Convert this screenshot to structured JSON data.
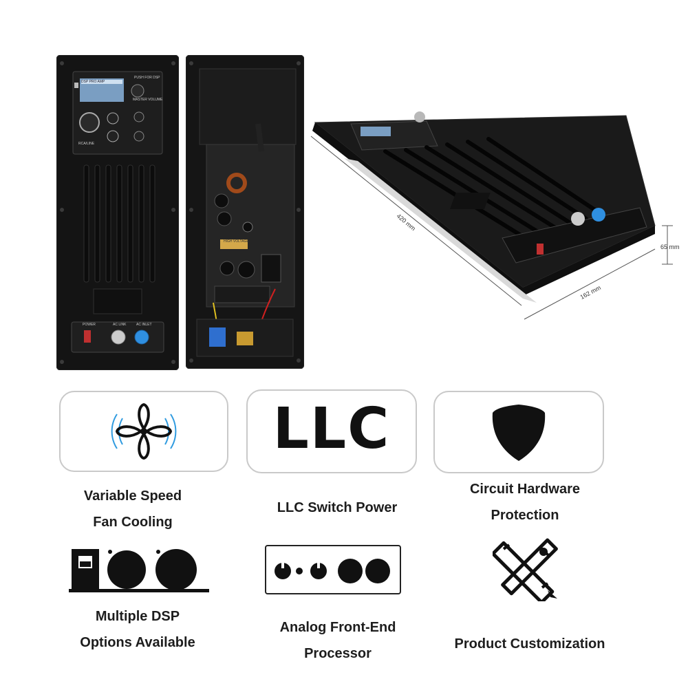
{
  "product": {
    "front_panel": {
      "lcd_header": "DSP PRO AMP",
      "push_label": "PUSH FOR DSP",
      "volume_label": "MASTER VOLUME",
      "rca_label": "RCA/LINE",
      "power_label": "POWER",
      "ac_link_label": "AC LINK",
      "ac_inlet_label": "AC INLET"
    },
    "internal": {
      "warning_label": "HIGH VOLTAGE"
    },
    "dimensions": {
      "length": "420 mm",
      "height": "65 mm",
      "width": "162 mm"
    }
  },
  "features": [
    {
      "label_line1": "Variable Speed",
      "label_line2": "Fan Cooling",
      "icon": "fan-icon"
    },
    {
      "label_line1": "LLC Switch Power",
      "label_line2": "",
      "icon": "llc-text-icon",
      "icon_text": "LLC"
    },
    {
      "label_line1": "Circuit Hardware",
      "label_line2": "Protection",
      "icon": "shield-icon"
    },
    {
      "label_line1": "Multiple DSP",
      "label_line2": "Options Available",
      "icon": "dsp-modules-icon"
    },
    {
      "label_line1": "Analog Front-End",
      "label_line2": "Processor",
      "icon": "analog-knobs-icon"
    },
    {
      "label_line1": "Product Customization",
      "label_line2": "",
      "icon": "tools-icon"
    }
  ],
  "colors": {
    "fan_blue": "#2f9be0",
    "panel_black": "#151515",
    "outline_gray": "#c9c9c9"
  }
}
